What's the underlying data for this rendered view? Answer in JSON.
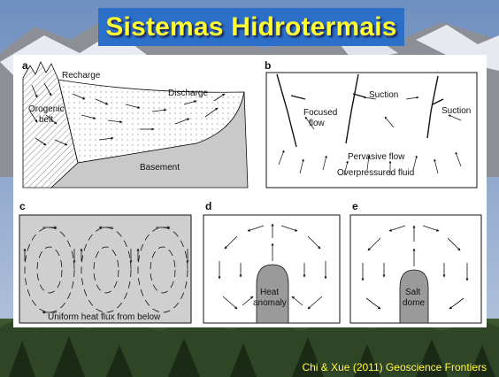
{
  "title": "Sistemas Hidrotermais",
  "credit": "Chi & Xue (2011) Geoscience Frontiers",
  "panels": {
    "a": {
      "label": "a",
      "recharge": "Recharge",
      "orogenic": "Orogenic",
      "belt": "belt",
      "discharge": "Discharge",
      "basement": "Basement"
    },
    "b": {
      "label": "b",
      "focused": "Focused",
      "flow": "flow",
      "suction1": "Suction",
      "suction2": "Suction",
      "pervasive": "Pervasive flow",
      "overpressured": "Overpressured fluid"
    },
    "c": {
      "label": "c",
      "caption": "Uniform heat flux from below"
    },
    "d": {
      "label": "d",
      "heat": "Heat",
      "anomaly": "anomaly"
    },
    "e": {
      "label": "e",
      "salt": "Salt",
      "dome": "dome"
    }
  },
  "colors": {
    "title_bg": "#2b6fc9",
    "title_text": "#ffff33",
    "credit": "#ffff33"
  }
}
